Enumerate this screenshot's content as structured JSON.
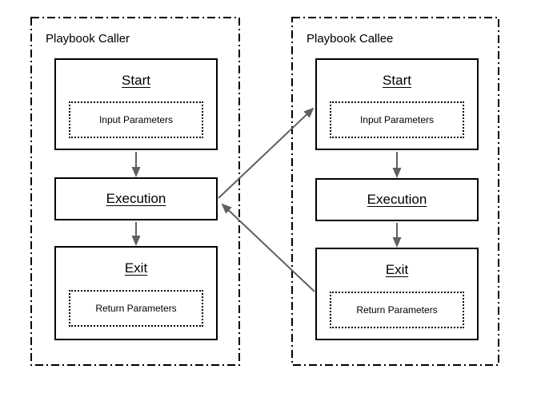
{
  "containers": [
    {
      "title": "Playbook Caller",
      "nodes": [
        {
          "title": "Start",
          "param": "Input Parameters"
        },
        {
          "title": "Execution"
        },
        {
          "title": "Exit",
          "param": "Return Parameters"
        }
      ]
    },
    {
      "title": "Playbook Callee",
      "nodes": [
        {
          "title": "Start",
          "param": "Input Parameters"
        },
        {
          "title": "Execution"
        },
        {
          "title": "Exit",
          "param": "Return Parameters"
        }
      ]
    }
  ],
  "arrows": [
    {
      "from": "caller-start",
      "to": "caller-execution"
    },
    {
      "from": "caller-execution",
      "to": "caller-exit"
    },
    {
      "from": "callee-start",
      "to": "callee-execution"
    },
    {
      "from": "callee-execution",
      "to": "callee-exit"
    },
    {
      "from": "caller-execution",
      "to": "callee-start"
    },
    {
      "from": "callee-exit",
      "to": "caller-execution"
    }
  ],
  "colors": {
    "background": "#ffffff",
    "node_border": "#000000",
    "container_border": "#000000",
    "arrow": "#606060",
    "text": "#000000"
  }
}
